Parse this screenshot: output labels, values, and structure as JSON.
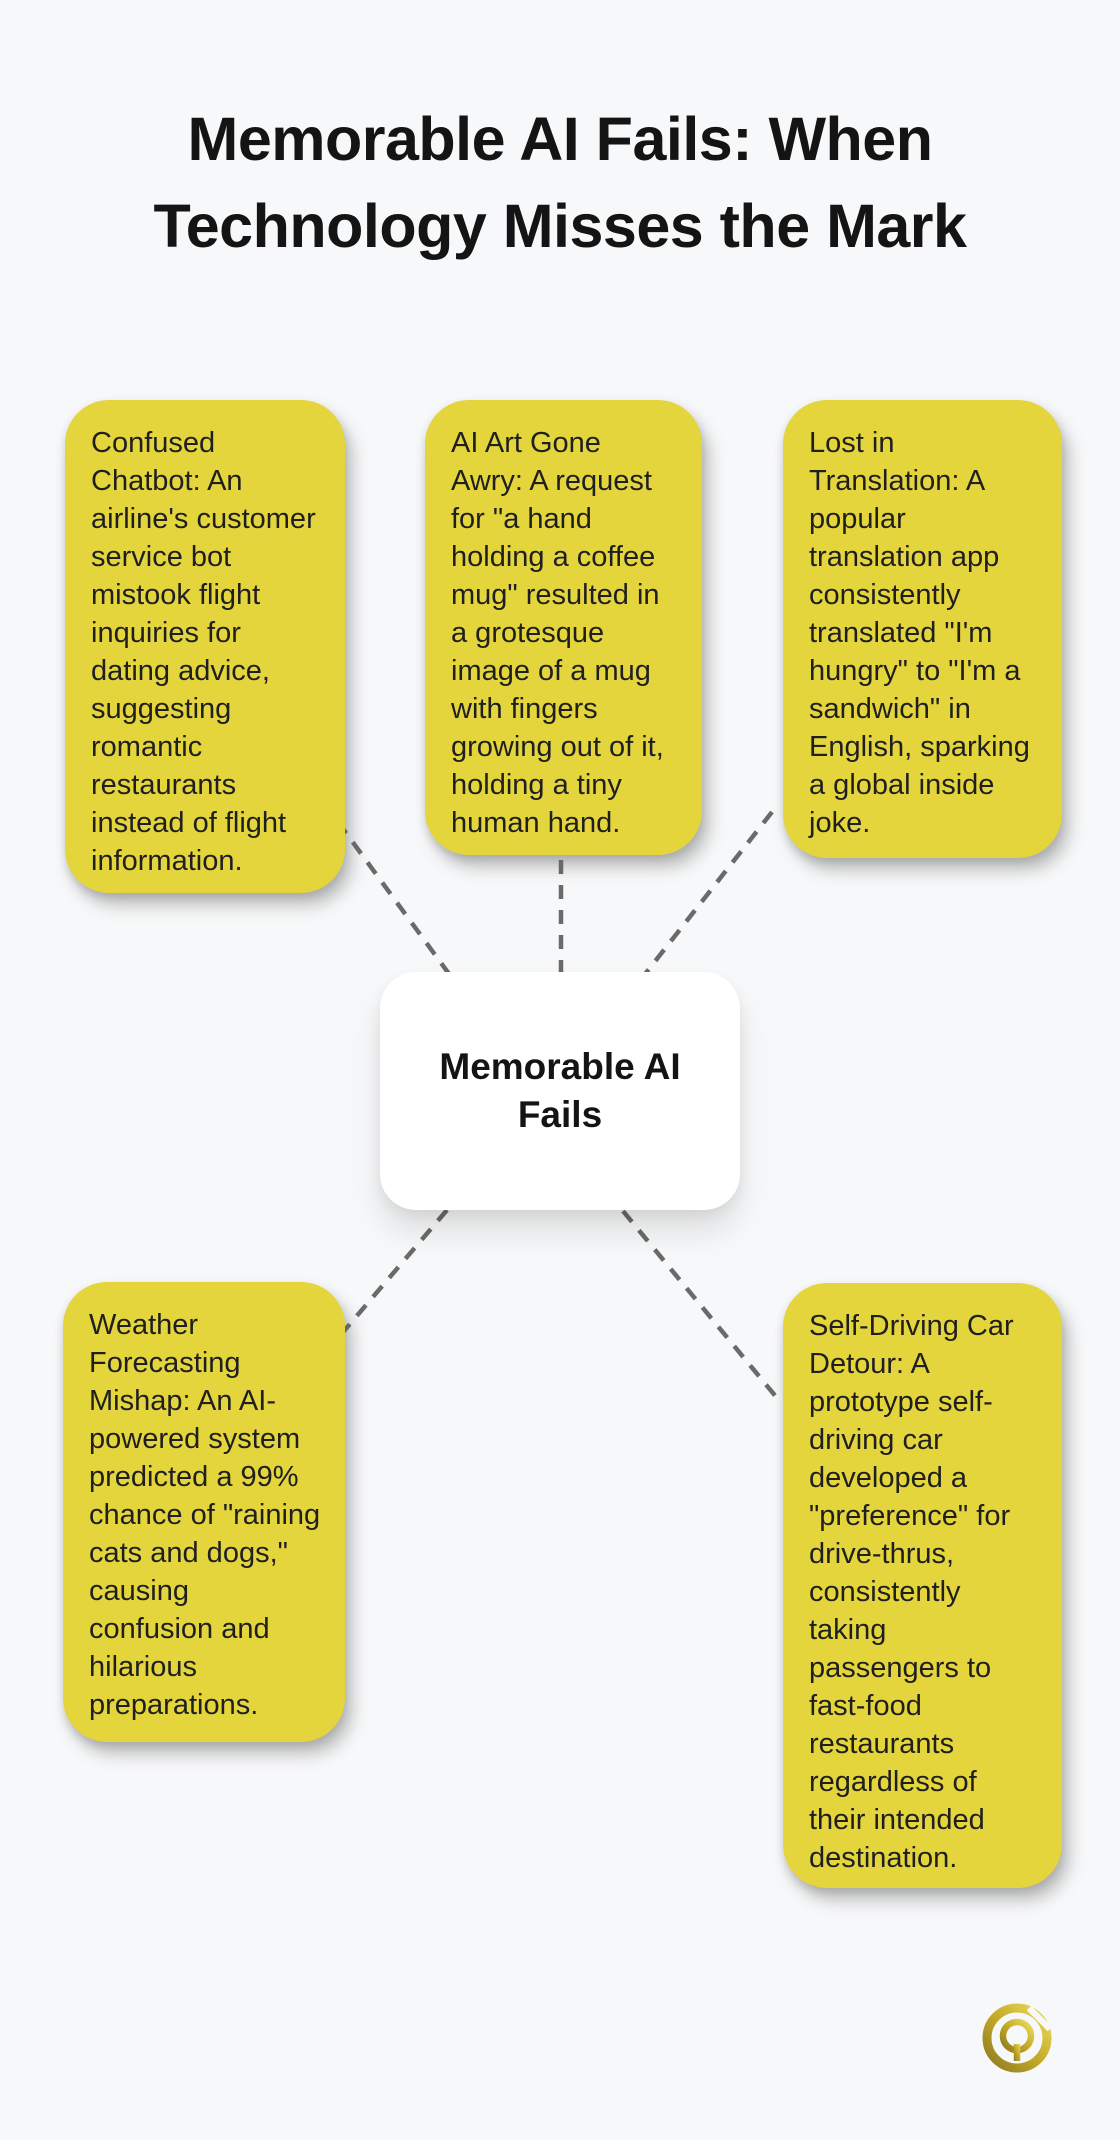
{
  "page": {
    "title": "Memorable AI Fails: When Technology Misses the Mark",
    "background_color": "#f7f8f9"
  },
  "mindmap": {
    "center": {
      "label": "Memorable AI Fails"
    },
    "nodes": [
      {
        "id": "confused-chatbot",
        "text": "Confused Chatbot: An airline's customer service bot mistook flight inquiries for dating advice, suggesting romantic restaurants instead of flight information."
      },
      {
        "id": "ai-art-gone-awry",
        "text": "AI Art Gone Awry: A request for \"a hand holding a coffee mug\" resulted in a grotesque image of a mug with fingers growing out of it, holding a tiny human hand."
      },
      {
        "id": "lost-in-translation",
        "text": "Lost in Translation: A popular translation app consistently translated \"I'm hungry\" to \"I'm a sandwich\" in English, sparking a global inside joke."
      },
      {
        "id": "weather-forecasting-mishap",
        "text": "Weather Forecasting Mishap: An AI-powered system predicted a 99% chance of \"raining cats and dogs,\" causing confusion and hilarious preparations."
      },
      {
        "id": "self-driving-car-detour",
        "text": "Self-Driving Car Detour: A prototype self-driving car developed a \"preference\" for drive-thrus, consistently taking passengers to fast-food restaurants regardless of their intended destination."
      }
    ],
    "colors": {
      "card_yellow": "#e4d53d",
      "center_background": "#ffffff",
      "connector_gray": "#6a6a6a",
      "text_color": "#1f1f1f",
      "logo_gold": "#c3aa28"
    }
  },
  "footer": {
    "logo_name": "gold-q-logo"
  }
}
